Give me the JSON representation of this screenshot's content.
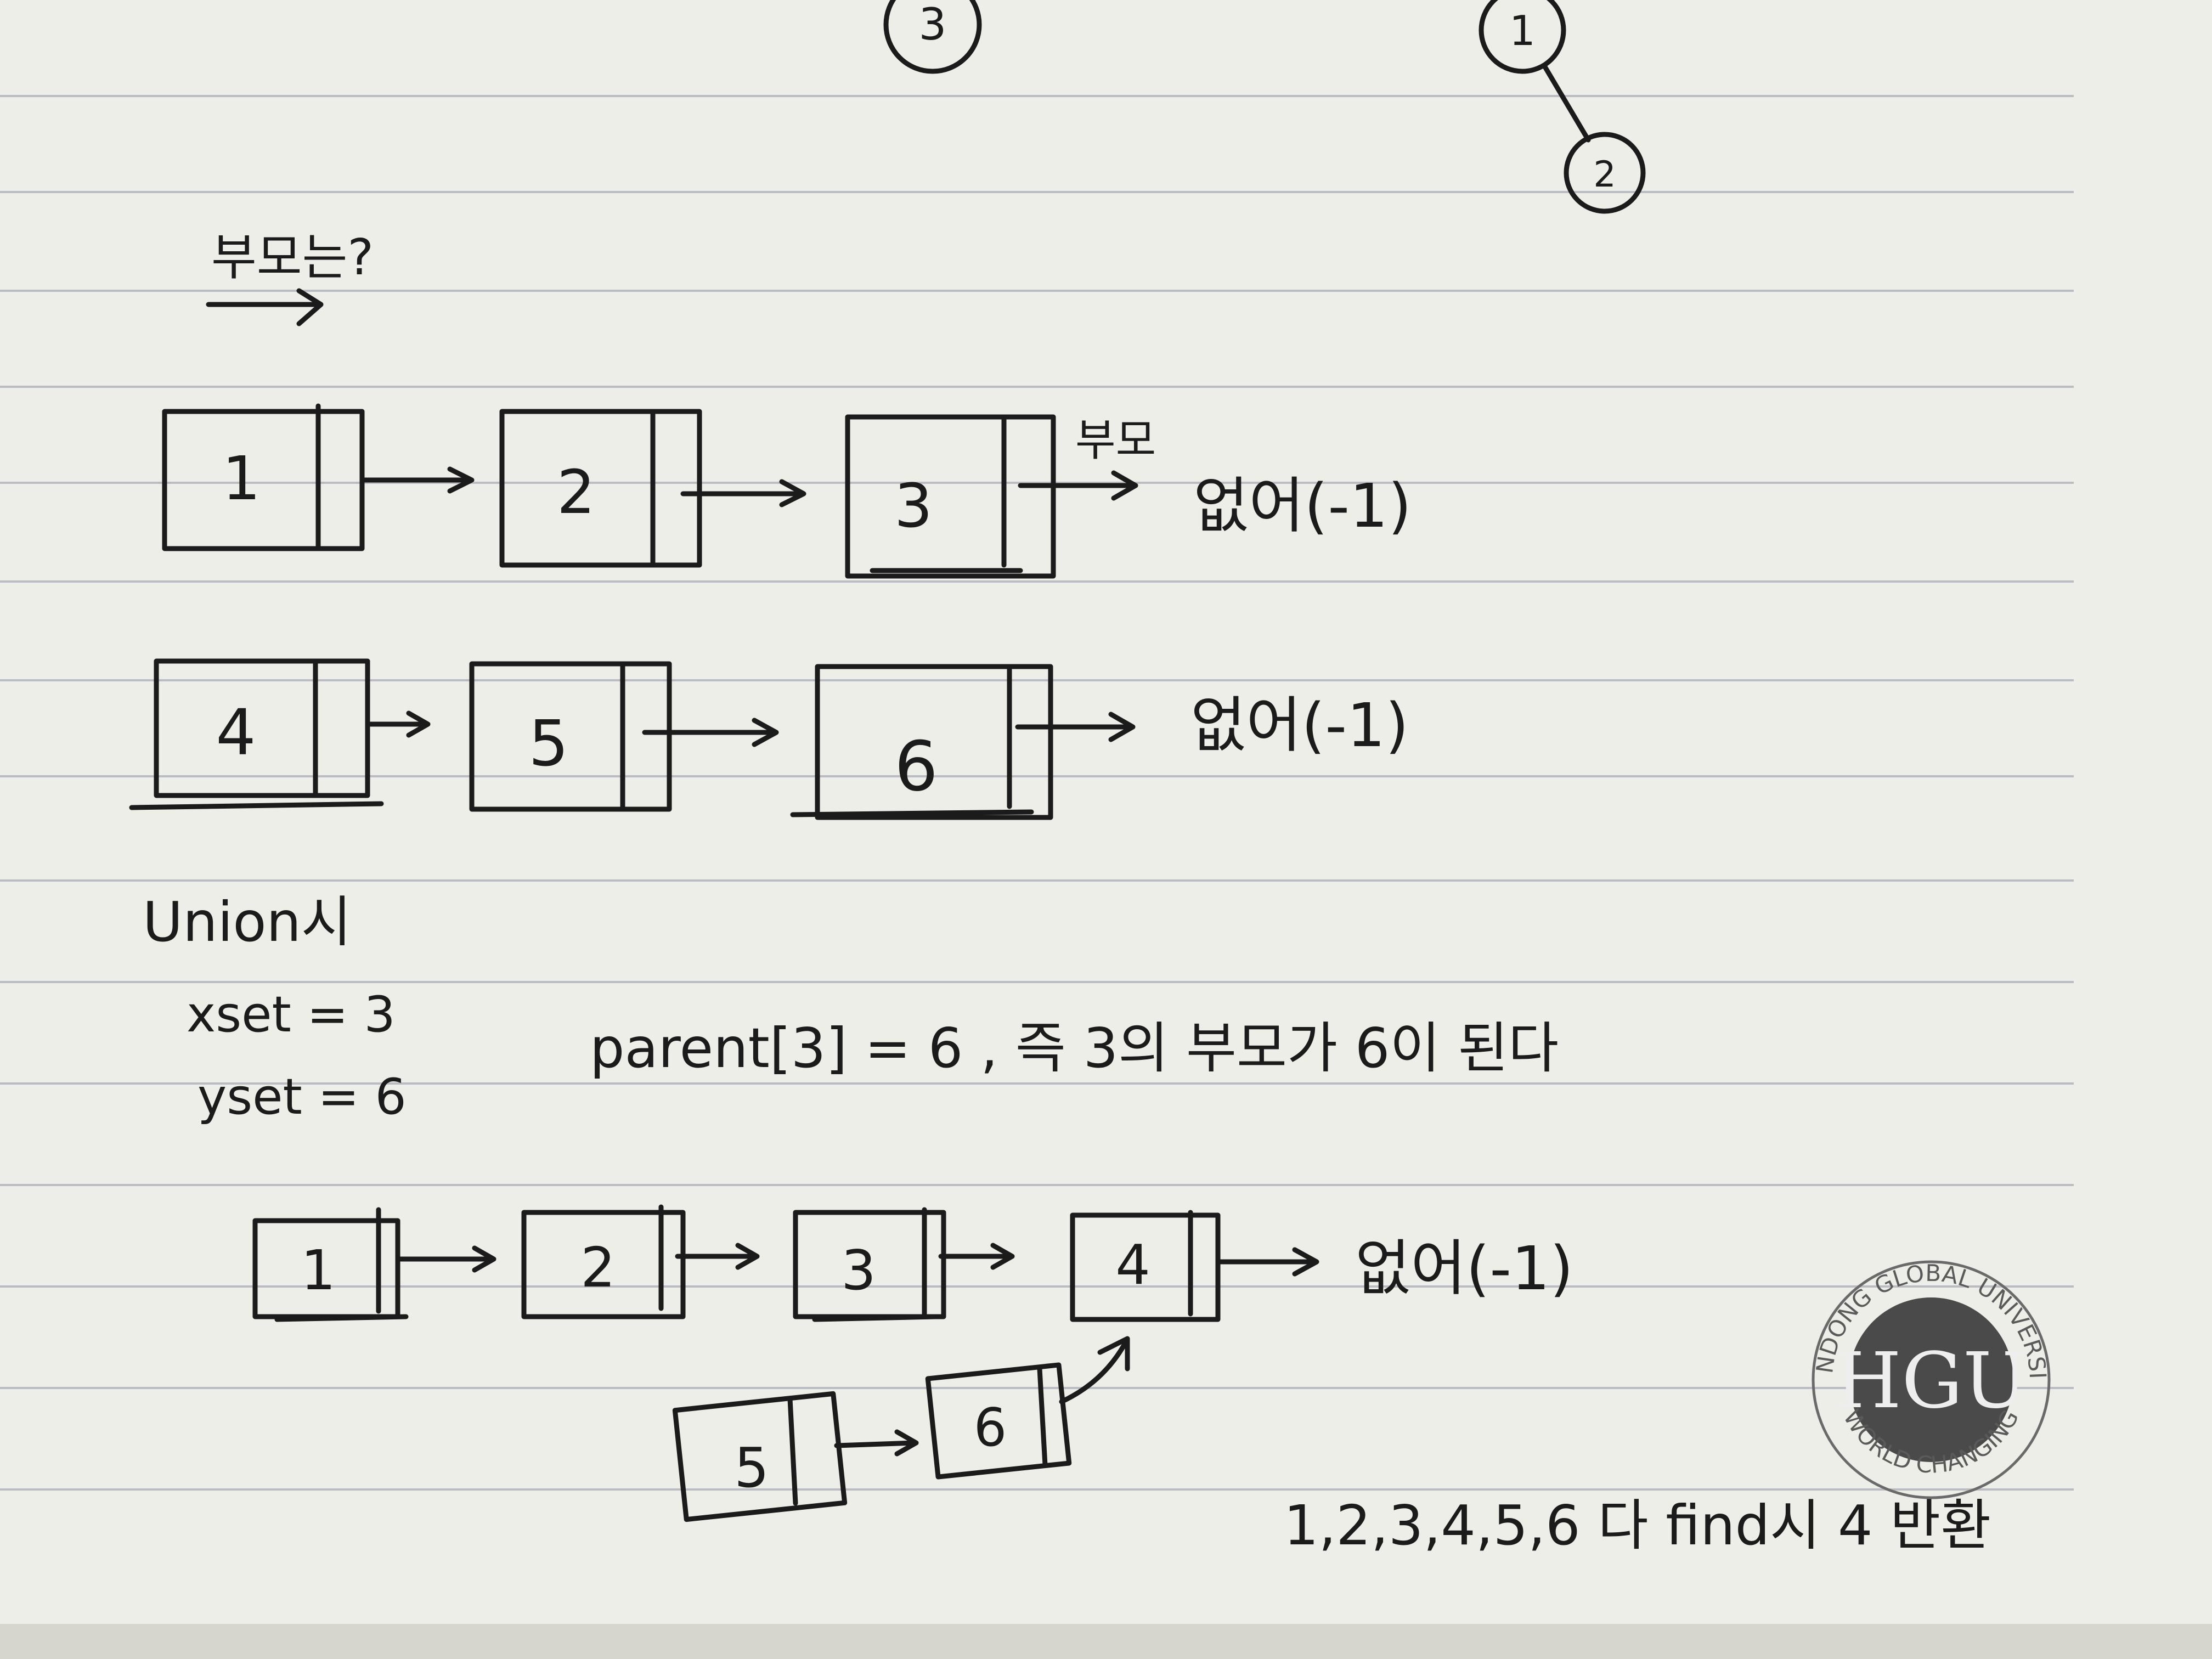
{
  "page": {
    "paper_color": "#eeeee8",
    "line_color": "#b9bcc2",
    "ink_color": "#1b1b1b"
  },
  "top_notes": {
    "circle_a": "3",
    "circle_b": "1",
    "circle_c": "2"
  },
  "heading": {
    "text": "부모는?"
  },
  "row1": {
    "boxes": [
      "1",
      "2",
      "3"
    ],
    "parent_label": "부모",
    "end_label": "없어(-1)"
  },
  "row2": {
    "boxes": [
      "4",
      "5",
      "6"
    ],
    "end_label": "없어(-1)"
  },
  "union": {
    "title": "Union시",
    "xset": "xset = 3",
    "yset": "yset = 6",
    "explanation": "parent[3] = 6 , 즉 3의 부모가 6이 된다"
  },
  "row3": {
    "boxes": [
      "1",
      "2",
      "3",
      "4"
    ],
    "end_label": "없어(-1)",
    "branch_boxes": [
      "5",
      "6"
    ]
  },
  "footer": {
    "conclusion": "1,2,3,4,5,6 다 find시 4 반환"
  },
  "seal": {
    "top_text": "HANDONG GLOBAL UNIVERSITY",
    "bottom_text": "WORLD CHANGING",
    "monogram": "HGU"
  }
}
